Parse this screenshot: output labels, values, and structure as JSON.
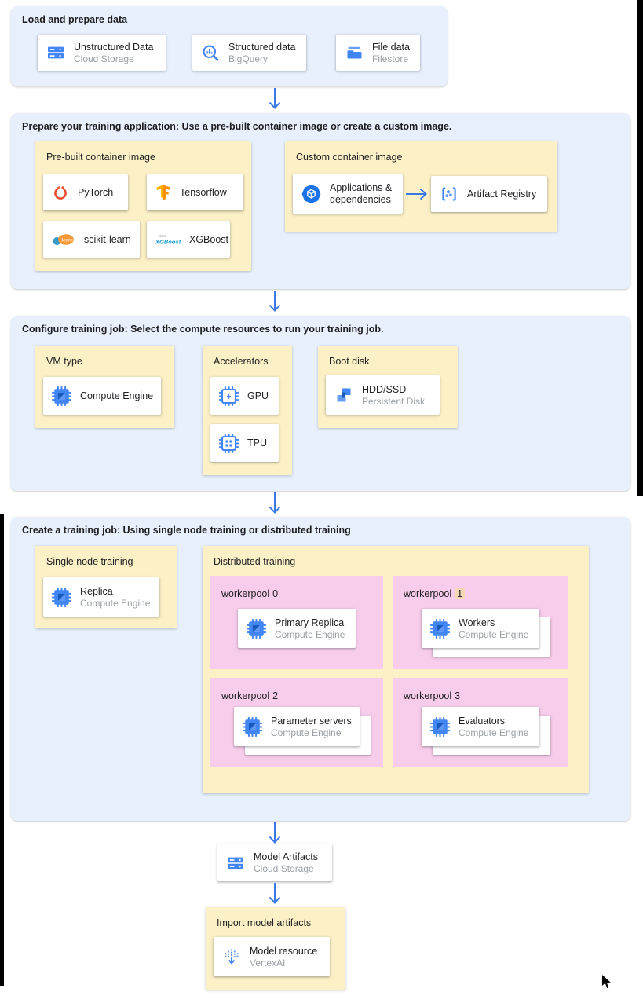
{
  "colors": {
    "section_bg": "#e8f0fe",
    "group_bg": "#fcf0c6",
    "pool_bg": "#f8cdec",
    "arrow": "#3b78e8",
    "card_bg": "#ffffff",
    "primary_text": "#202124",
    "secondary_text": "#9aa0a6",
    "number_highlight": "#f6d7b3",
    "icon_blue": "#4285f4"
  },
  "load": {
    "title": "Load and prepare data",
    "cards": [
      {
        "label": "Unstructured Data",
        "sublabel": "Cloud Storage",
        "icon": "cloud-storage-icon"
      },
      {
        "label": "Structured data",
        "sublabel": "BigQuery",
        "icon": "bigquery-icon"
      },
      {
        "label": "File data",
        "sublabel": "Filestore",
        "icon": "filestore-icon"
      }
    ]
  },
  "prepare": {
    "title": "Prepare your training application: Use a pre-built container image or create a custom image.",
    "prebuilt": {
      "title": "Pre-built container image",
      "cards": [
        {
          "label": "PyTorch",
          "icon": "pytorch-icon"
        },
        {
          "label": "Tensorflow",
          "icon": "tensorflow-icon"
        },
        {
          "label": "scikit-learn",
          "icon": "scikit-learn-icon"
        },
        {
          "label": "XGBoost",
          "icon": "xgboost-icon"
        }
      ]
    },
    "custom": {
      "title": "Custom container image",
      "source_card": {
        "label": "Applications & dependencies",
        "icon": "applications-icon"
      },
      "target_card": {
        "label": "Artifact Registry",
        "icon": "artifact-registry-icon"
      }
    }
  },
  "configure": {
    "title": "Configure training job: Select the compute resources to run your training job.",
    "vm_type": {
      "title": "VM type",
      "card": {
        "label": "Compute Engine",
        "icon": "compute-engine-icon"
      }
    },
    "accelerators": {
      "title": "Accelerators",
      "cards": [
        {
          "label": "GPU",
          "icon": "gpu-icon"
        },
        {
          "label": "TPU",
          "icon": "tpu-icon"
        }
      ]
    },
    "boot_disk": {
      "title": "Boot disk",
      "card": {
        "label": "HDD/SSD",
        "sublabel": "Persistent Disk",
        "icon": "persistent-disk-icon"
      }
    }
  },
  "create": {
    "title": "Create a training job: Using single node training or distributed training",
    "single_node": {
      "title": "Single node training",
      "card": {
        "label": "Replica",
        "sublabel": "Compute Engine",
        "icon": "compute-engine-icon"
      }
    },
    "distributed": {
      "title": "Distributed training",
      "workerpools": [
        {
          "name": "workerpool",
          "number": "0",
          "highlighted": false,
          "stacked": false,
          "card": {
            "label": "Primary Replica",
            "sublabel": "Compute Engine",
            "icon": "compute-engine-icon"
          }
        },
        {
          "name": "workerpool",
          "number": "1",
          "highlighted": true,
          "stacked": true,
          "card": {
            "label": "Workers",
            "sublabel": "Compute Engine",
            "icon": "compute-engine-icon"
          }
        },
        {
          "name": "workerpool",
          "number": "2",
          "highlighted": false,
          "stacked": true,
          "card": {
            "label": "Parameter servers",
            "sublabel": "Compute Engine",
            "icon": "compute-engine-icon"
          }
        },
        {
          "name": "workerpool",
          "number": "3",
          "highlighted": false,
          "stacked": true,
          "card": {
            "label": "Evaluators",
            "sublabel": "Compute Engine",
            "icon": "compute-engine-icon"
          }
        }
      ]
    }
  },
  "model_artifacts": {
    "label": "Model Artifacts",
    "sublabel": "Cloud Storage",
    "icon": "cloud-storage-icon"
  },
  "import_model": {
    "title": "Import model artifacts",
    "card": {
      "label": "Model resource",
      "sublabel": "VertexAI",
      "icon": "vertex-ai-icon"
    }
  },
  "icons": {
    "cloud-storage-icon": "two stacked storage bars with dash and dot",
    "bigquery-icon": "magnifier with bar chart",
    "filestore-icon": "folder with shelf line",
    "pytorch-icon": "orange flame ring",
    "tensorflow-icon": "orange TF letterform",
    "scikit-learn-icon": "blue circle and orange blob with learn text",
    "xgboost-icon": "XGBoost wordmark with dmlc",
    "applications-icon": "blue octagon with white cube",
    "artifact-registry-icon": "brackets with three dots",
    "compute-engine-icon": "blue chip with inner square",
    "gpu-icon": "chip outline with lightning bolt",
    "tpu-icon": "chip outline with dot grid",
    "persistent-disk-icon": "interlocked disk blocks",
    "vertex-ai-icon": "dotted columns with down arrow",
    "mouse-cursor": "black arrow pointer"
  }
}
